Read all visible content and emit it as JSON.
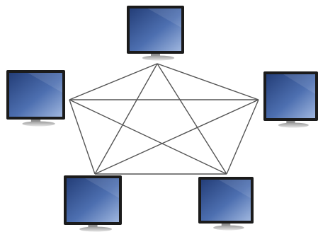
{
  "diagram": {
    "type": "full-mesh-network",
    "nodes": [
      {
        "id": "top",
        "kind": "monitor"
      },
      {
        "id": "left",
        "kind": "monitor"
      },
      {
        "id": "right",
        "kind": "monitor"
      },
      {
        "id": "bottom-left",
        "kind": "monitor"
      },
      {
        "id": "bottom-right",
        "kind": "monitor"
      }
    ],
    "edges": [
      [
        "top",
        "left"
      ],
      [
        "top",
        "right"
      ],
      [
        "top",
        "bottom-left"
      ],
      [
        "top",
        "bottom-right"
      ],
      [
        "left",
        "right"
      ],
      [
        "left",
        "bottom-left"
      ],
      [
        "left",
        "bottom-right"
      ],
      [
        "right",
        "bottom-left"
      ],
      [
        "right",
        "bottom-right"
      ],
      [
        "bottom-left",
        "bottom-right"
      ]
    ],
    "colors": {
      "link": "#555555",
      "screen_dark": "#1a2f5c",
      "screen_light": "#8fa8d6",
      "bezel": "#1b1b1b",
      "stand": "#cfcfcf"
    }
  }
}
